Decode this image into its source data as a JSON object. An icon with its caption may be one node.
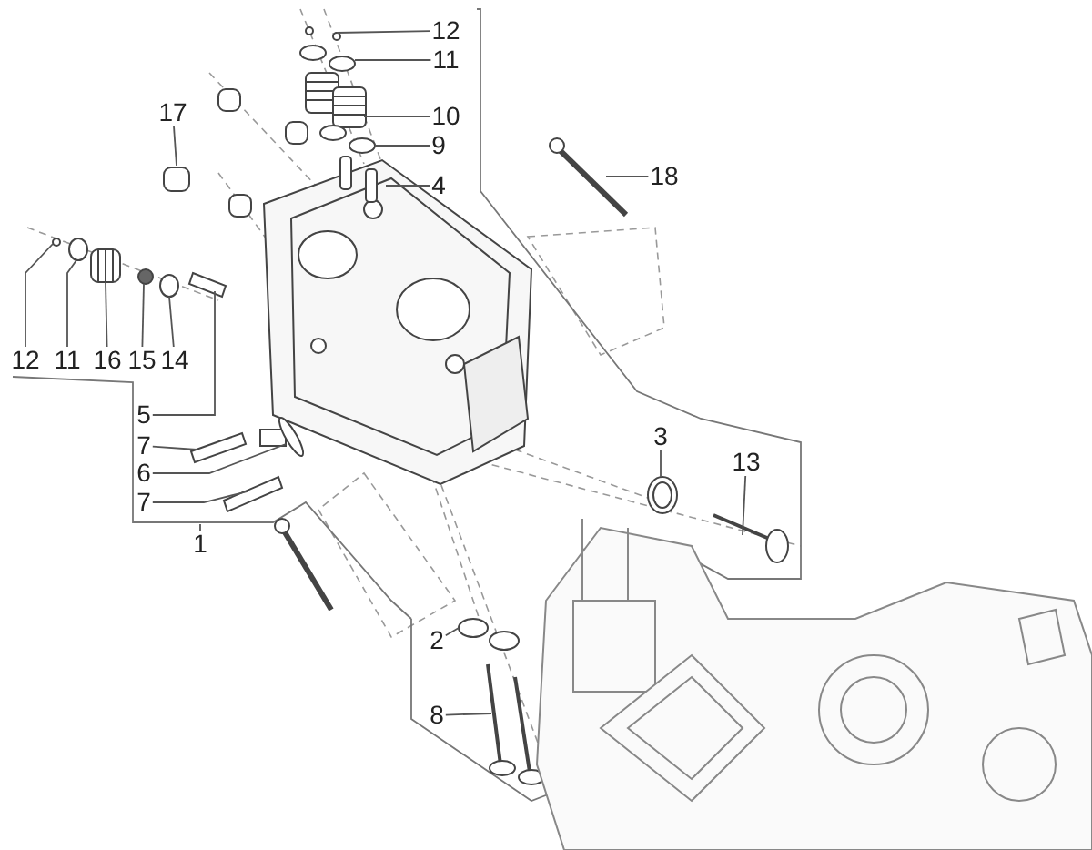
{
  "diagram": {
    "nodes": [
      {
        "text": [
          "12"
        ]
      },
      {
        "text": [
          "11"
        ]
      },
      {
        "text": [
          "17"
        ]
      },
      {
        "text": [
          "10"
        ]
      },
      {
        "text": [
          "9"
        ]
      },
      {
        "text": [
          "18"
        ]
      },
      {
        "text": [
          "4"
        ]
      },
      {
        "text": [
          "12"
        ]
      },
      {
        "text": [
          "11"
        ]
      },
      {
        "text": [
          "16"
        ]
      },
      {
        "text": [
          "15"
        ]
      },
      {
        "text": [
          "14"
        ]
      },
      {
        "text": [
          "5"
        ]
      },
      {
        "text": [
          "7"
        ]
      },
      {
        "text": [
          "6"
        ]
      },
      {
        "text": [
          "3"
        ]
      },
      {
        "text": [
          "7"
        ]
      },
      {
        "text": [
          "13"
        ]
      },
      {
        "text": [
          "1"
        ]
      },
      {
        "text": [
          "2"
        ]
      },
      {
        "text": [
          "8"
        ]
      }
    ],
    "edges": [
      {
        "from": 0,
        "to": null,
        "arrow": "none"
      },
      {
        "from": 1,
        "to": null,
        "arrow": "none"
      },
      {
        "from": 2,
        "to": null,
        "arrow": "none"
      },
      {
        "from": 3,
        "to": null,
        "arrow": "none"
      },
      {
        "from": 4,
        "to": null,
        "arrow": "none"
      },
      {
        "from": 5,
        "to": null,
        "arrow": "none"
      },
      {
        "from": 6,
        "to": null,
        "arrow": "none"
      },
      {
        "from": 7,
        "to": null,
        "arrow": "none"
      },
      {
        "from": 8,
        "to": null,
        "arrow": "none"
      },
      {
        "from": 9,
        "to": null,
        "arrow": "none"
      },
      {
        "from": 10,
        "to": null,
        "arrow": "none"
      },
      {
        "from": 11,
        "to": null,
        "arrow": "none"
      },
      {
        "from": 12,
        "to": null,
        "arrow": "none"
      },
      {
        "from": 13,
        "to": null,
        "arrow": "none"
      },
      {
        "from": 14,
        "to": null,
        "arrow": "none"
      },
      {
        "from": 15,
        "to": null,
        "arrow": "none"
      },
      {
        "from": 16,
        "to": null,
        "arrow": "none"
      },
      {
        "from": 17,
        "to": null,
        "arrow": "none"
      },
      {
        "from": 18,
        "to": null,
        "arrow": "none"
      },
      {
        "from": 19,
        "to": null,
        "arrow": "none"
      },
      {
        "from": 20,
        "to": null,
        "arrow": "none"
      }
    ]
  }
}
